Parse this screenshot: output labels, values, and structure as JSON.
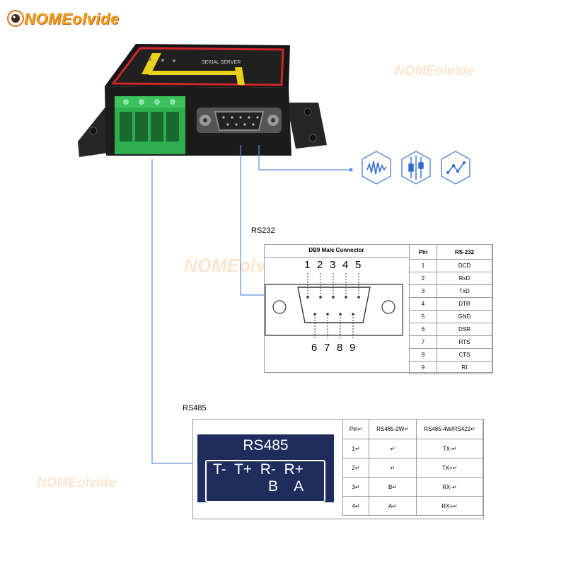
{
  "logo": {
    "text": "NOMEolvide"
  },
  "watermarks": [
    "NOMEolvide",
    "NOMEolvide",
    "NOMEolvide"
  ],
  "device": {
    "panel_label": "SERIAL SERVER"
  },
  "icons": [
    "waveform-icon",
    "resistor-sensor-icon",
    "line-graph-icon"
  ],
  "rs232": {
    "section_label": "RS232",
    "connector_title": "DB9 Male Connector",
    "top_pins": [
      "1",
      "2",
      "3",
      "4",
      "5"
    ],
    "bottom_pins": [
      "6",
      "7",
      "8",
      "9"
    ],
    "headers": [
      "Pin",
      "RS-232"
    ],
    "rows": [
      [
        "1",
        "DCD"
      ],
      [
        "2",
        "RxD"
      ],
      [
        "3",
        "TxD"
      ],
      [
        "4",
        "DTR"
      ],
      [
        "5",
        "GND"
      ],
      [
        "6",
        "DSR"
      ],
      [
        "7",
        "RTS"
      ],
      [
        "8",
        "CTS"
      ],
      [
        "9",
        "RI"
      ]
    ]
  },
  "rs485": {
    "section_label": "RS485",
    "box_title": "RS485",
    "terminals_row1": "T-  T+  R-  R+",
    "terminals_row2": "B    A",
    "headers": [
      "Pin↵",
      "RS485-2W↵",
      "RS485-4W/RS422↵"
    ],
    "rows": [
      [
        "1↵",
        "↵",
        "TX-↵"
      ],
      [
        "2↵",
        "↵",
        "TX+↵"
      ],
      [
        "3↵",
        "B↵",
        "RX-↵"
      ],
      [
        "4↵",
        "A↵",
        "RX+↵"
      ]
    ]
  },
  "colors": {
    "wire": "#5b8ed6",
    "rs485_panel": "#1f2d5e",
    "device_body": "#1c1c1c",
    "device_trim": "#d0262b",
    "terminal_green": "#2fae4e"
  }
}
